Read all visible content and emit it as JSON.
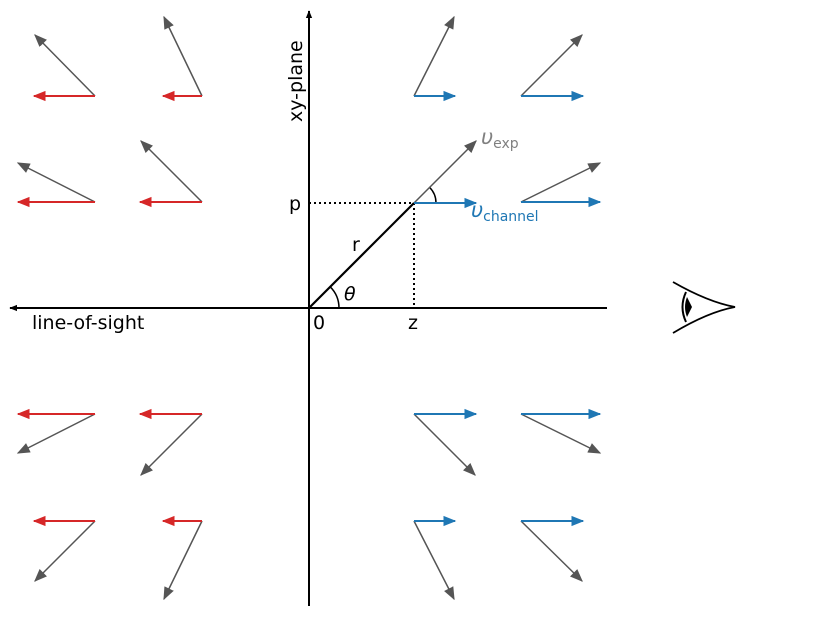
{
  "labels": {
    "y_axis": "xy-plane",
    "x_axis": "line-of-sight",
    "origin": "0",
    "p": "p",
    "z": "z",
    "r": "r",
    "theta": "θ",
    "v_exp_symbol": "υ",
    "v_exp_sub": "exp",
    "v_channel_symbol": "υ",
    "v_channel_sub": "channel"
  },
  "colors": {
    "red": "#d62728",
    "blue": "#1f77b4",
    "gray": "#555555",
    "axis": "#000000",
    "exp_label": "#808080"
  },
  "icons": {
    "observer": "eye-icon"
  }
}
